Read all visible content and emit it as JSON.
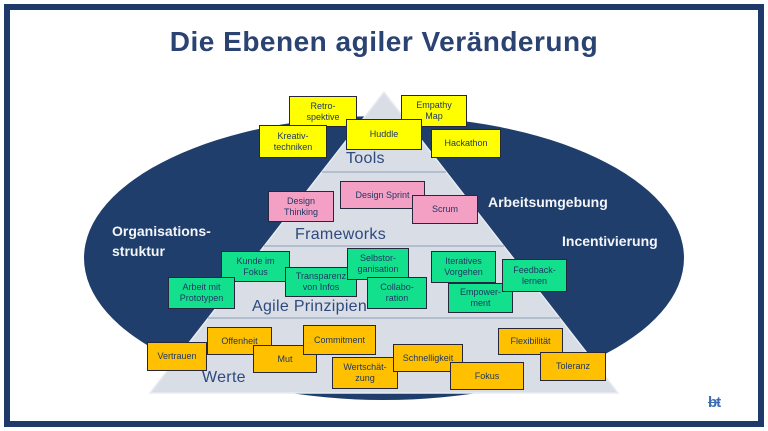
{
  "title": "Die Ebenen agiler Veränderung",
  "pyramid": {
    "levels": [
      {
        "label": "Tools"
      },
      {
        "label": "Frameworks"
      },
      {
        "label": "Agile Prinzipien"
      },
      {
        "label": "Werte"
      }
    ]
  },
  "ellipse_labels": {
    "left": "Organisations-struktur",
    "top_right": "Arbeitsumgebung",
    "bottom_right": "Incentivierung"
  },
  "notes": {
    "tools": [
      "Retro-spektive",
      "Empathy Map",
      "Kreativ-techniken",
      "Huddle",
      "Hackathon"
    ],
    "frameworks": [
      "Design Thinking",
      "Design Sprint",
      "Scrum"
    ],
    "principles": [
      "Kunde im Fokus",
      "Arbeit mit Prototypen",
      "Transparenz von Infos",
      "Selbstor-ganisation",
      "Collabo-ration",
      "Iteratives Vorgehen",
      "Empower-ment",
      "Feedback-lernen"
    ],
    "values": [
      "Vertrauen",
      "Offenheit",
      "Mut",
      "Commitment",
      "Wertschät-zung",
      "Schnelligkeit",
      "Fokus",
      "Flexibilität",
      "Toleranz"
    ]
  },
  "colors": {
    "frame_navy": "#1F3A69",
    "ellipse_navy": "#1F3E6C",
    "pyramid_gray": "#D8DDE6",
    "note_yellow": "#FFFF00",
    "note_pink": "#F4A0C4",
    "note_green": "#13E08D",
    "note_orange": "#FFC000",
    "title_navy": "#2B4372"
  },
  "logo": {
    "text": "bt"
  }
}
